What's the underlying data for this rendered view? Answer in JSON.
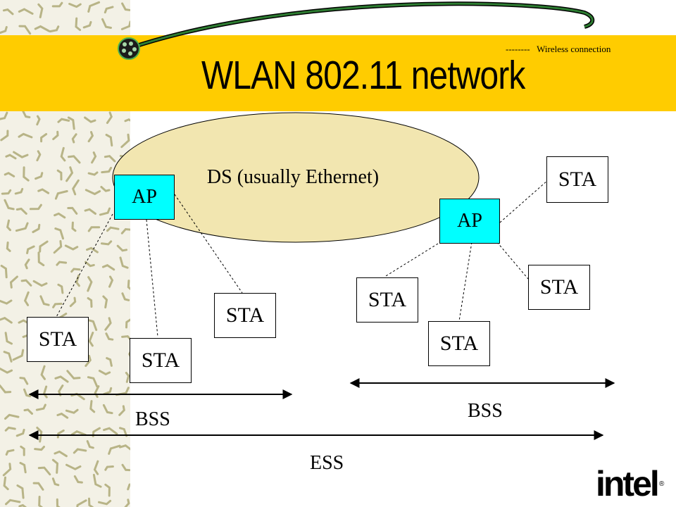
{
  "title": "WLAN 802.11 network",
  "legend": {
    "dash_sample": "--------",
    "text": "Wireless connection"
  },
  "ds_label": "DS (usually Ethernet)",
  "nodes": {
    "ap1": "AP",
    "ap2": "AP",
    "sta_left_1": "STA",
    "sta_left_2": "STA",
    "sta_left_3": "STA",
    "sta_right_top": "STA",
    "sta_right_mid": "STA",
    "sta_right_1": "STA",
    "sta_right_2": "STA"
  },
  "spans": {
    "bss_left": "BSS",
    "bss_right": "BSS",
    "ess": "ESS"
  },
  "logo": {
    "text": "intel",
    "reg": "®"
  },
  "colors": {
    "title_band": "#ffcc00",
    "ellipse": "#f2e6b0",
    "ap_fill": "#00ffff",
    "side_pattern": "#b8b487"
  }
}
